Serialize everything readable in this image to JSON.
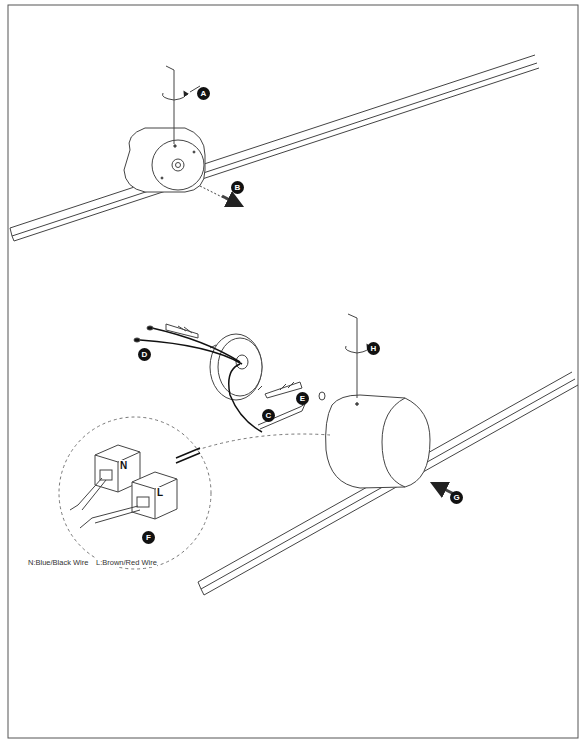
{
  "diagram": {
    "labels": [
      "A",
      "B",
      "D",
      "C",
      "E",
      "H",
      "G",
      "N",
      "L",
      "F",
      "N:Blue/Black Wire",
      "L:Brown/Red Wire"
    ]
  }
}
